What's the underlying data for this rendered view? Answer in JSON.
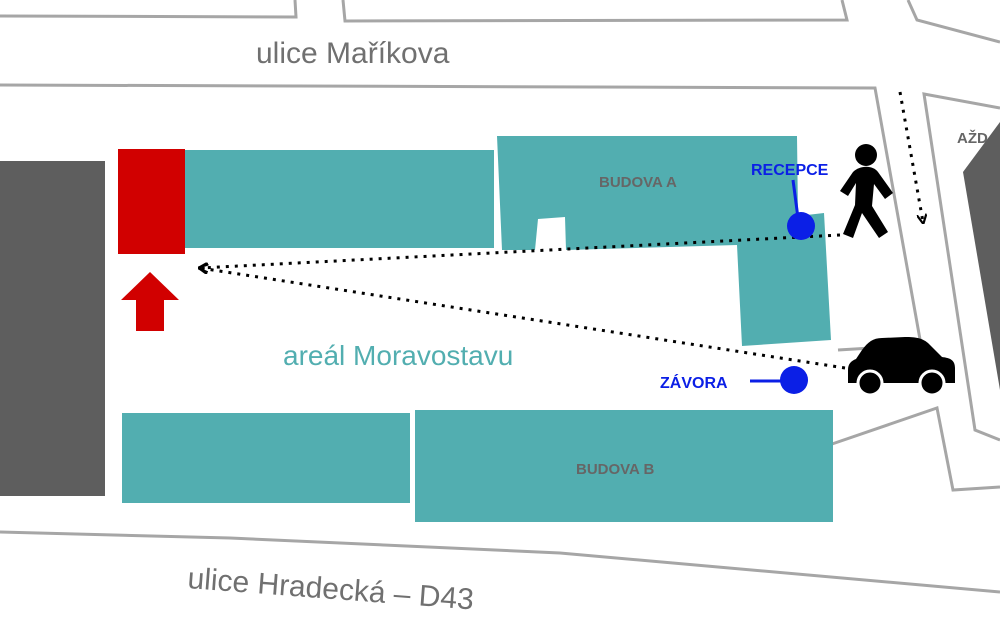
{
  "streets": {
    "north": "ulice Maříkova",
    "south": "ulice Hradecká – D43",
    "east_partial": "AŽD"
  },
  "area": {
    "label": "areál Moravostavu"
  },
  "buildings": {
    "a": {
      "label": "BUDOVA A"
    },
    "b": {
      "label": "BUDOVA B"
    }
  },
  "poi": {
    "reception": {
      "label": "RECEPCE"
    },
    "barrier": {
      "label": "ZÁVORA"
    }
  },
  "icons": {
    "pedestrian": "pedestrian-icon",
    "car": "car-icon",
    "arrow": "arrow-up-icon"
  },
  "colors": {
    "building": "#52aeb0",
    "poi": "#0b1fe6",
    "target": "#d10000",
    "street_text": "#707070",
    "dark_block": "#5e5e5e"
  }
}
